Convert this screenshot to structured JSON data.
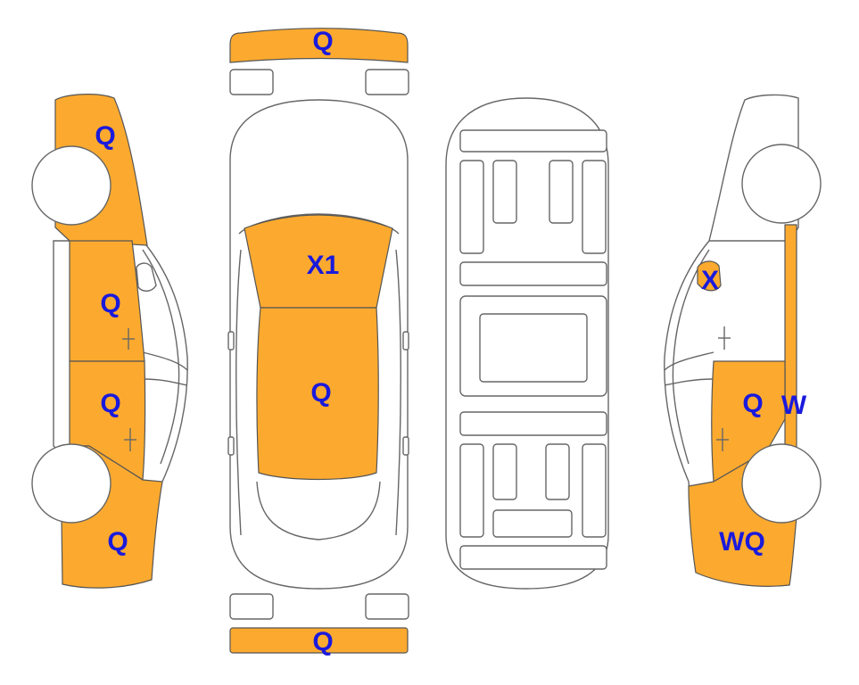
{
  "colors": {
    "damage_fill": "#fcaa2f",
    "label": "#1a1adc",
    "outline": "#666666",
    "background": "#ffffff"
  },
  "labels": {
    "front_bumper": "Q",
    "rear_bumper": "Q",
    "hood": "X1",
    "roof": "Q",
    "left_front_fender": "Q",
    "left_front_door": "Q",
    "left_rear_door": "Q",
    "left_rear_quarter": "Q",
    "right_front_window": "X",
    "right_rear_door": "Q",
    "right_rear_pillar": "W",
    "right_rear_quarter": "WQ"
  }
}
